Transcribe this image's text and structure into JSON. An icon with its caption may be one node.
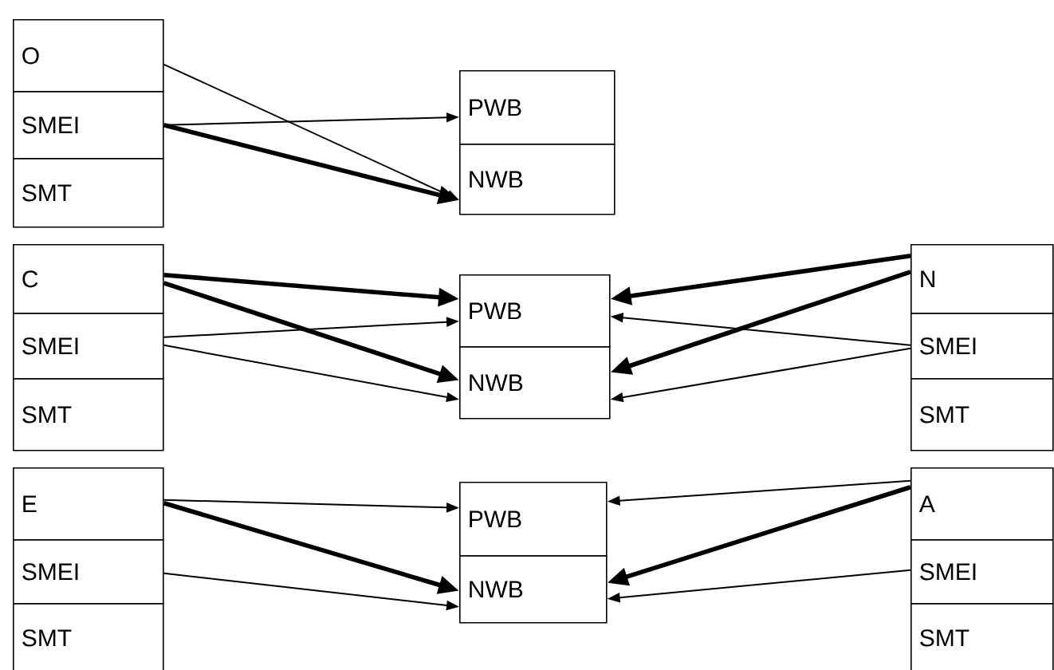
{
  "diagram": {
    "nodes": [
      {
        "text": [
          "O"
        ]
      },
      {
        "text": [
          "SMEI"
        ]
      },
      {
        "text": [
          "SMT"
        ]
      },
      {
        "text": [
          "PWB"
        ]
      },
      {
        "text": [
          "NWB"
        ]
      },
      {
        "text": [
          "C"
        ]
      },
      {
        "text": [
          "SMEI"
        ]
      },
      {
        "text": [
          "SMT"
        ]
      },
      {
        "text": [
          "PWB"
        ]
      },
      {
        "text": [
          "NWB"
        ]
      },
      {
        "text": [
          "N"
        ]
      },
      {
        "text": [
          "SMEI"
        ]
      },
      {
        "text": [
          "SMT"
        ]
      },
      {
        "text": [
          "E"
        ]
      },
      {
        "text": [
          "SMEI"
        ]
      },
      {
        "text": [
          "SMT"
        ]
      },
      {
        "text": [
          "PWB"
        ]
      },
      {
        "text": [
          "NWB"
        ]
      },
      {
        "text": [
          "A"
        ]
      },
      {
        "text": [
          "SMEI"
        ]
      },
      {
        "text": [
          "SMT"
        ]
      }
    ],
    "edges": [
      {
        "from": 0,
        "to": 4,
        "arrow": "to"
      },
      {
        "from": 1,
        "to": 3,
        "arrow": "to"
      },
      {
        "from": 1,
        "to": 4,
        "arrow": "to",
        "style": "thick"
      },
      {
        "from": 5,
        "to": 8,
        "arrow": "to",
        "style": "thick"
      },
      {
        "from": 5,
        "to": 9,
        "arrow": "to",
        "style": "thick"
      },
      {
        "from": 6,
        "to": 8,
        "arrow": "to"
      },
      {
        "from": 6,
        "to": 9,
        "arrow": "to"
      },
      {
        "from": 10,
        "to": 8,
        "arrow": "to",
        "style": "thick"
      },
      {
        "from": 10,
        "to": 9,
        "arrow": "to",
        "style": "thick"
      },
      {
        "from": 11,
        "to": 8,
        "arrow": "to"
      },
      {
        "from": 11,
        "to": 9,
        "arrow": "to"
      },
      {
        "from": 13,
        "to": 16,
        "arrow": "to"
      },
      {
        "from": 13,
        "to": 17,
        "arrow": "to",
        "style": "thick"
      },
      {
        "from": 14,
        "to": 17,
        "arrow": "to"
      },
      {
        "from": 18,
        "to": 16,
        "arrow": "to"
      },
      {
        "from": 18,
        "to": 17,
        "arrow": "to",
        "style": "thick"
      },
      {
        "from": 19,
        "to": 17,
        "arrow": "to"
      }
    ]
  }
}
